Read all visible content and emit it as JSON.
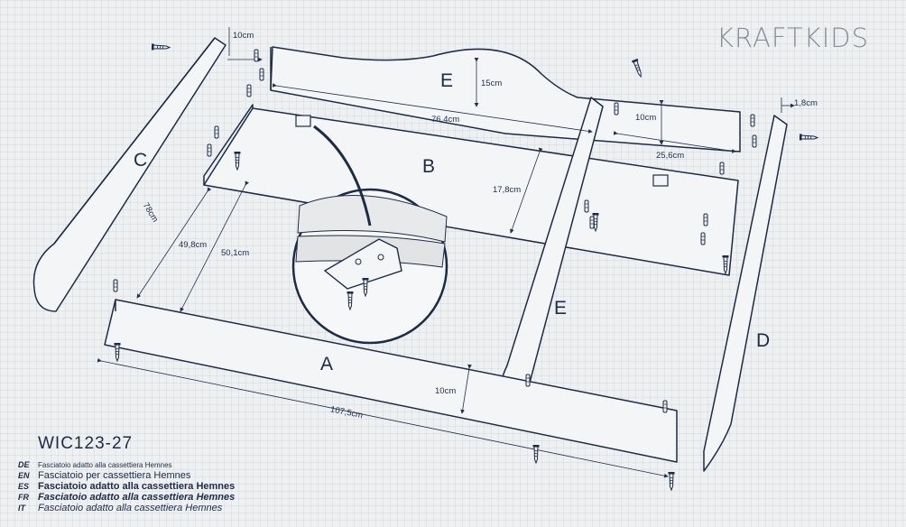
{
  "logo": "KRAFTKIDS",
  "parts": {
    "a": "A",
    "b": "B",
    "c": "C",
    "d": "D",
    "e_top": "E",
    "e_mid": "E"
  },
  "dimensions": {
    "d_10_top": "10cm",
    "d_15": "15cm",
    "d_764": "76,4cm",
    "d_10_right": "10cm",
    "d_18": "1,8cm",
    "d_256": "25,6cm",
    "d_178": "17,8cm",
    "d_78": "78cm",
    "d_498": "49,8cm",
    "d_501": "50,1cm",
    "d_10_bottom": "10cm",
    "d_1075": "107,5cm"
  },
  "caption": {
    "code": "WIC123-27",
    "languages": [
      {
        "code": "DE",
        "text": "Fasciatoio adatto alla cassettiera Hemnes"
      },
      {
        "code": "EN",
        "text": "Fasciatoio per cassettiera Hemnes"
      },
      {
        "code": "ES",
        "text": "Fasciatoio adatto alla cassettiera Hemnes"
      },
      {
        "code": "FR",
        "text": "Fasciatoio adatto alla cassettiera Hemnes"
      },
      {
        "code": "IT",
        "text": "Fasciatoio adatto alla cassettiera Hemnes"
      }
    ]
  },
  "colors": {
    "ink": "#1e2b46",
    "paper": "#eef0f2",
    "logo": "#8a8f97"
  }
}
